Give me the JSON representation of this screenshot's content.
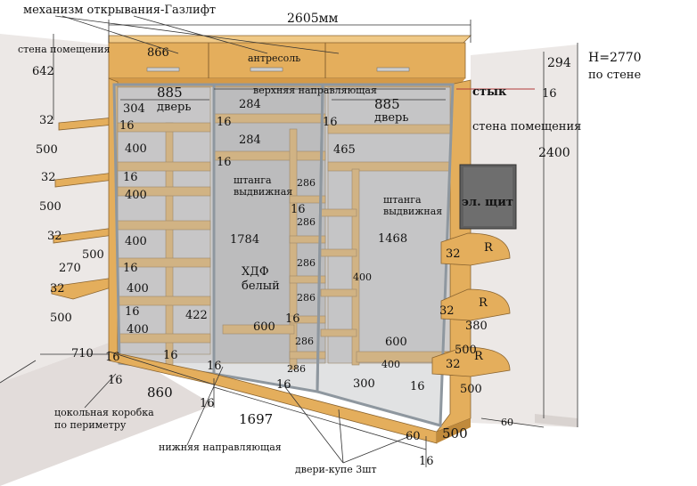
{
  "colors": {
    "wall": "#ece8e6",
    "wall_shadow": "#d9d3d0",
    "wood": "#e4ae5c",
    "wood_light": "#f0c986",
    "wood_dark": "#c08a3c",
    "inner": "#d9d7d7",
    "inner_dark": "#c5c2c2",
    "mirror": "#a9acad",
    "frame": "#a8b0b8",
    "line": "#333333",
    "panel_dark": "#666666"
  },
  "texts": {
    "gaslift": "механизм открывания-Газлифт",
    "total_width": "2605мм",
    "wall_left": "стена помещения",
    "d642": "642",
    "d866": "866",
    "antresol": "антресоль",
    "d294": "294",
    "height_total": "Н=2770",
    "on_wall": "по стене",
    "d885_left": "885",
    "door_left": "дверь",
    "upper_guide": "верхняя направляющая",
    "d885_right": "885",
    "door_right": "дверь",
    "joint": "стык",
    "d16_joint": "16",
    "d304": "304",
    "d284_a": "284",
    "wall_right": "стена помещения",
    "d16_l1": "16",
    "d16_m1": "16",
    "d16_r1": "16",
    "d284_b": "284",
    "d2400": "2400",
    "d32_a": "32",
    "d400_a": "400",
    "d465": "465",
    "d500_a": "500",
    "d16_l2": "16",
    "rod_left_1": "штанга",
    "rod_left_2": "выдвижная",
    "d286_a": "286",
    "rod_right_1": "штанга",
    "rod_right_2": "выдвижная",
    "d32_b": "32",
    "d400_b": "400",
    "d500_b": "500",
    "d16_l3": "16",
    "d16_m2": "16",
    "d286_b": "286",
    "el_panel": "эл. щит",
    "d32_c": "32",
    "d400_c": "400",
    "d1784": "1784",
    "d1468": "1468",
    "R1": "R",
    "d500_c": "500",
    "d32_d": "32",
    "d270": "270",
    "d16_l4": "16",
    "d286_c": "286",
    "d32_e": "32",
    "hdf": "ХДФ",
    "white": "белый",
    "d400_d": "400",
    "d400_e": "400",
    "d286_d": "286",
    "R2": "R",
    "d16_l5": "16",
    "d422": "422",
    "d16_m3": "16",
    "d32_f": "32",
    "d500_d": "500",
    "d380": "380",
    "d400_f": "400",
    "d600_a": "600",
    "d286_e": "286",
    "d600_b": "600",
    "d500_e": "500",
    "d710": "710",
    "d16_b1": "16",
    "d16_b2": "16",
    "d16_b3": "16",
    "d286_f": "286",
    "d400_g": "400",
    "d32_g": "32",
    "R3": "R",
    "d16_b4": "16",
    "d16_b5": "16",
    "d300": "300",
    "d16_b6": "16",
    "d500_f": "500",
    "d860": "860",
    "d16_b7": "16",
    "d1697": "1697",
    "plinth_1": "цокольная коробка",
    "plinth_2": "по периметру",
    "d60_a": "60",
    "d60_b": "60",
    "d500_g": "500",
    "lower_guide": "нижняя направляющая",
    "d16_b8": "16",
    "doors": "двери-купе 3шт"
  }
}
